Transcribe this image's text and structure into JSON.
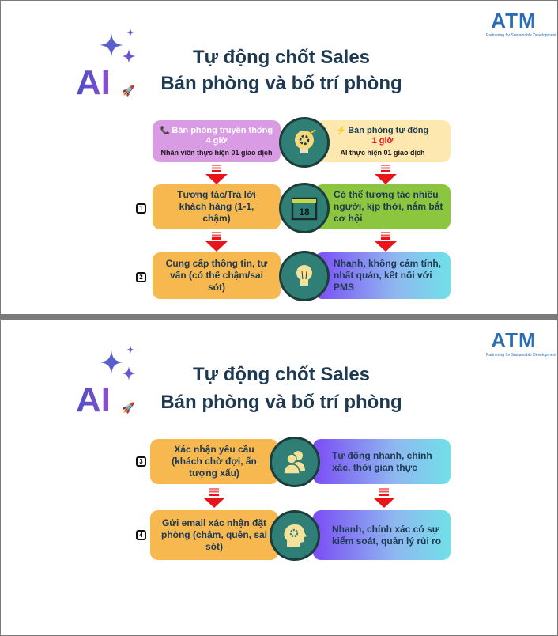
{
  "logo": {
    "text": "ATM",
    "tagline": "Partnering for Sustainable Development"
  },
  "slide1": {
    "title_line1": "Tự động chốt Sales",
    "title_line2": "Bán phòng và bố trí phòng",
    "ai_label": "AI",
    "left_header": {
      "title": "Bán phòng truyền thống",
      "time": "4 giờ",
      "note": "Nhân viên thực hiện 01 giao dịch"
    },
    "right_header": {
      "title": "Bán phòng tự động",
      "time": "1 giờ",
      "note": "AI thực hiện 01 giao dịch"
    },
    "calendar_day": "18",
    "rows": [
      {
        "num": "1",
        "left": "Tương tác/Trả lời khách hàng (1-1, chậm)",
        "right": "Có thể tương tác nhiều người, kịp thời, nắm bắt cơ hội"
      },
      {
        "num": "2",
        "left": "Cung cấp thông tin, tư vấn (có thể chậm/sai sót)",
        "right": "Nhanh, không cảm tính, nhất quán, kết nối với PMS"
      }
    ]
  },
  "slide2": {
    "title_line1": "Tự động chốt Sales",
    "title_line2": "Bán phòng và bố trí phòng",
    "ai_label": "AI",
    "rows": [
      {
        "num": "3",
        "left": "Xác nhận yêu cầu (khách chờ đợi, ấn tượng xấu)",
        "right": "Tư động nhanh, chính xác, thời gian thực"
      },
      {
        "num": "4",
        "left": "Gửi email xác nhận đặt phòng (chậm, quên, sai sót)",
        "right": "Nhanh, chính xác có sự kiểm soát, quản lý rủi ro"
      }
    ]
  },
  "colors": {
    "purple": "#d99be3",
    "yellow": "#fde9b0",
    "orange": "#f6b84f",
    "green": "#8cc63f",
    "teal": "#2f7f76",
    "red": "#e8141a",
    "title": "#1e3a52"
  }
}
